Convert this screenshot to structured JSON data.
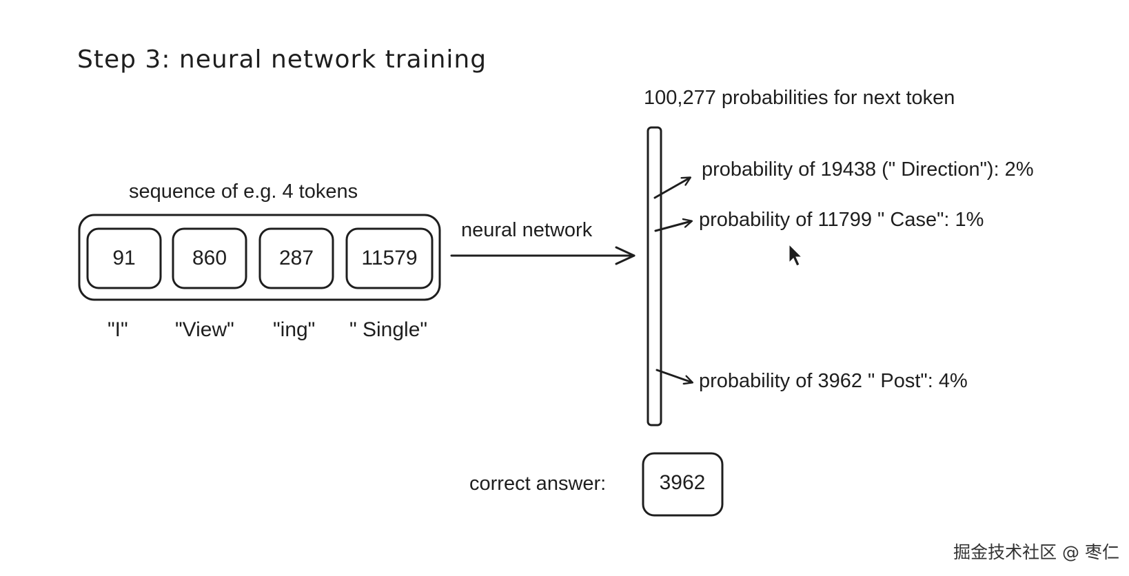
{
  "title": "Step 3: neural network training",
  "sequence": {
    "caption": "sequence of e.g. 4 tokens",
    "tokens": [
      {
        "id": "91",
        "text": "\"I\""
      },
      {
        "id": "860",
        "text": "\"View\""
      },
      {
        "id": "287",
        "text": "\"ing\""
      },
      {
        "id": "11579",
        "text": "\" Single\""
      }
    ]
  },
  "network_label": "neural network",
  "output": {
    "header": "100,277 probabilities for next token",
    "probabilities": [
      {
        "text": "probability of 19438 (\" Direction\"): 2%"
      },
      {
        "text": "probability of 11799 \" Case\": 1%"
      },
      {
        "text": "probability of 3962 \" Post\": 4%"
      }
    ]
  },
  "answer": {
    "label": "correct answer:",
    "value": "3962"
  },
  "watermark": "掘金技术社区 @ 枣仁",
  "colors": {
    "stroke": "#1e1e1e",
    "background": "#ffffff"
  }
}
